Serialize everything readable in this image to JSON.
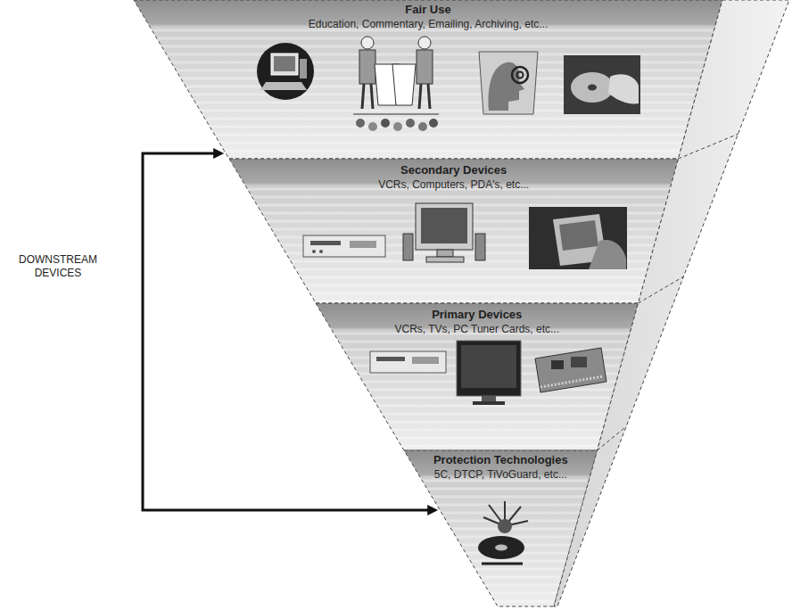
{
  "diagram": {
    "nodes": [
      {
        "text": [
          "Fair Use",
          "Education, Commentary, Emailing, Archiving, etc..."
        ]
      },
      {
        "text": [
          "Secondary Devices",
          "VCRs, Computers, PDA's, etc..."
        ]
      },
      {
        "text": [
          "Primary Devices",
          "VCRs, TVs, PC Tuner Cards, etc..."
        ]
      },
      {
        "text": [
          "Protection Technologies",
          "5C, DTCP, TiVoGuard, etc..."
        ]
      }
    ],
    "edges": [
      {
        "from": 0,
        "to": 3,
        "arrow": "both"
      }
    ],
    "labels": [
      "DOWNSTREAM DEVICES"
    ]
  }
}
